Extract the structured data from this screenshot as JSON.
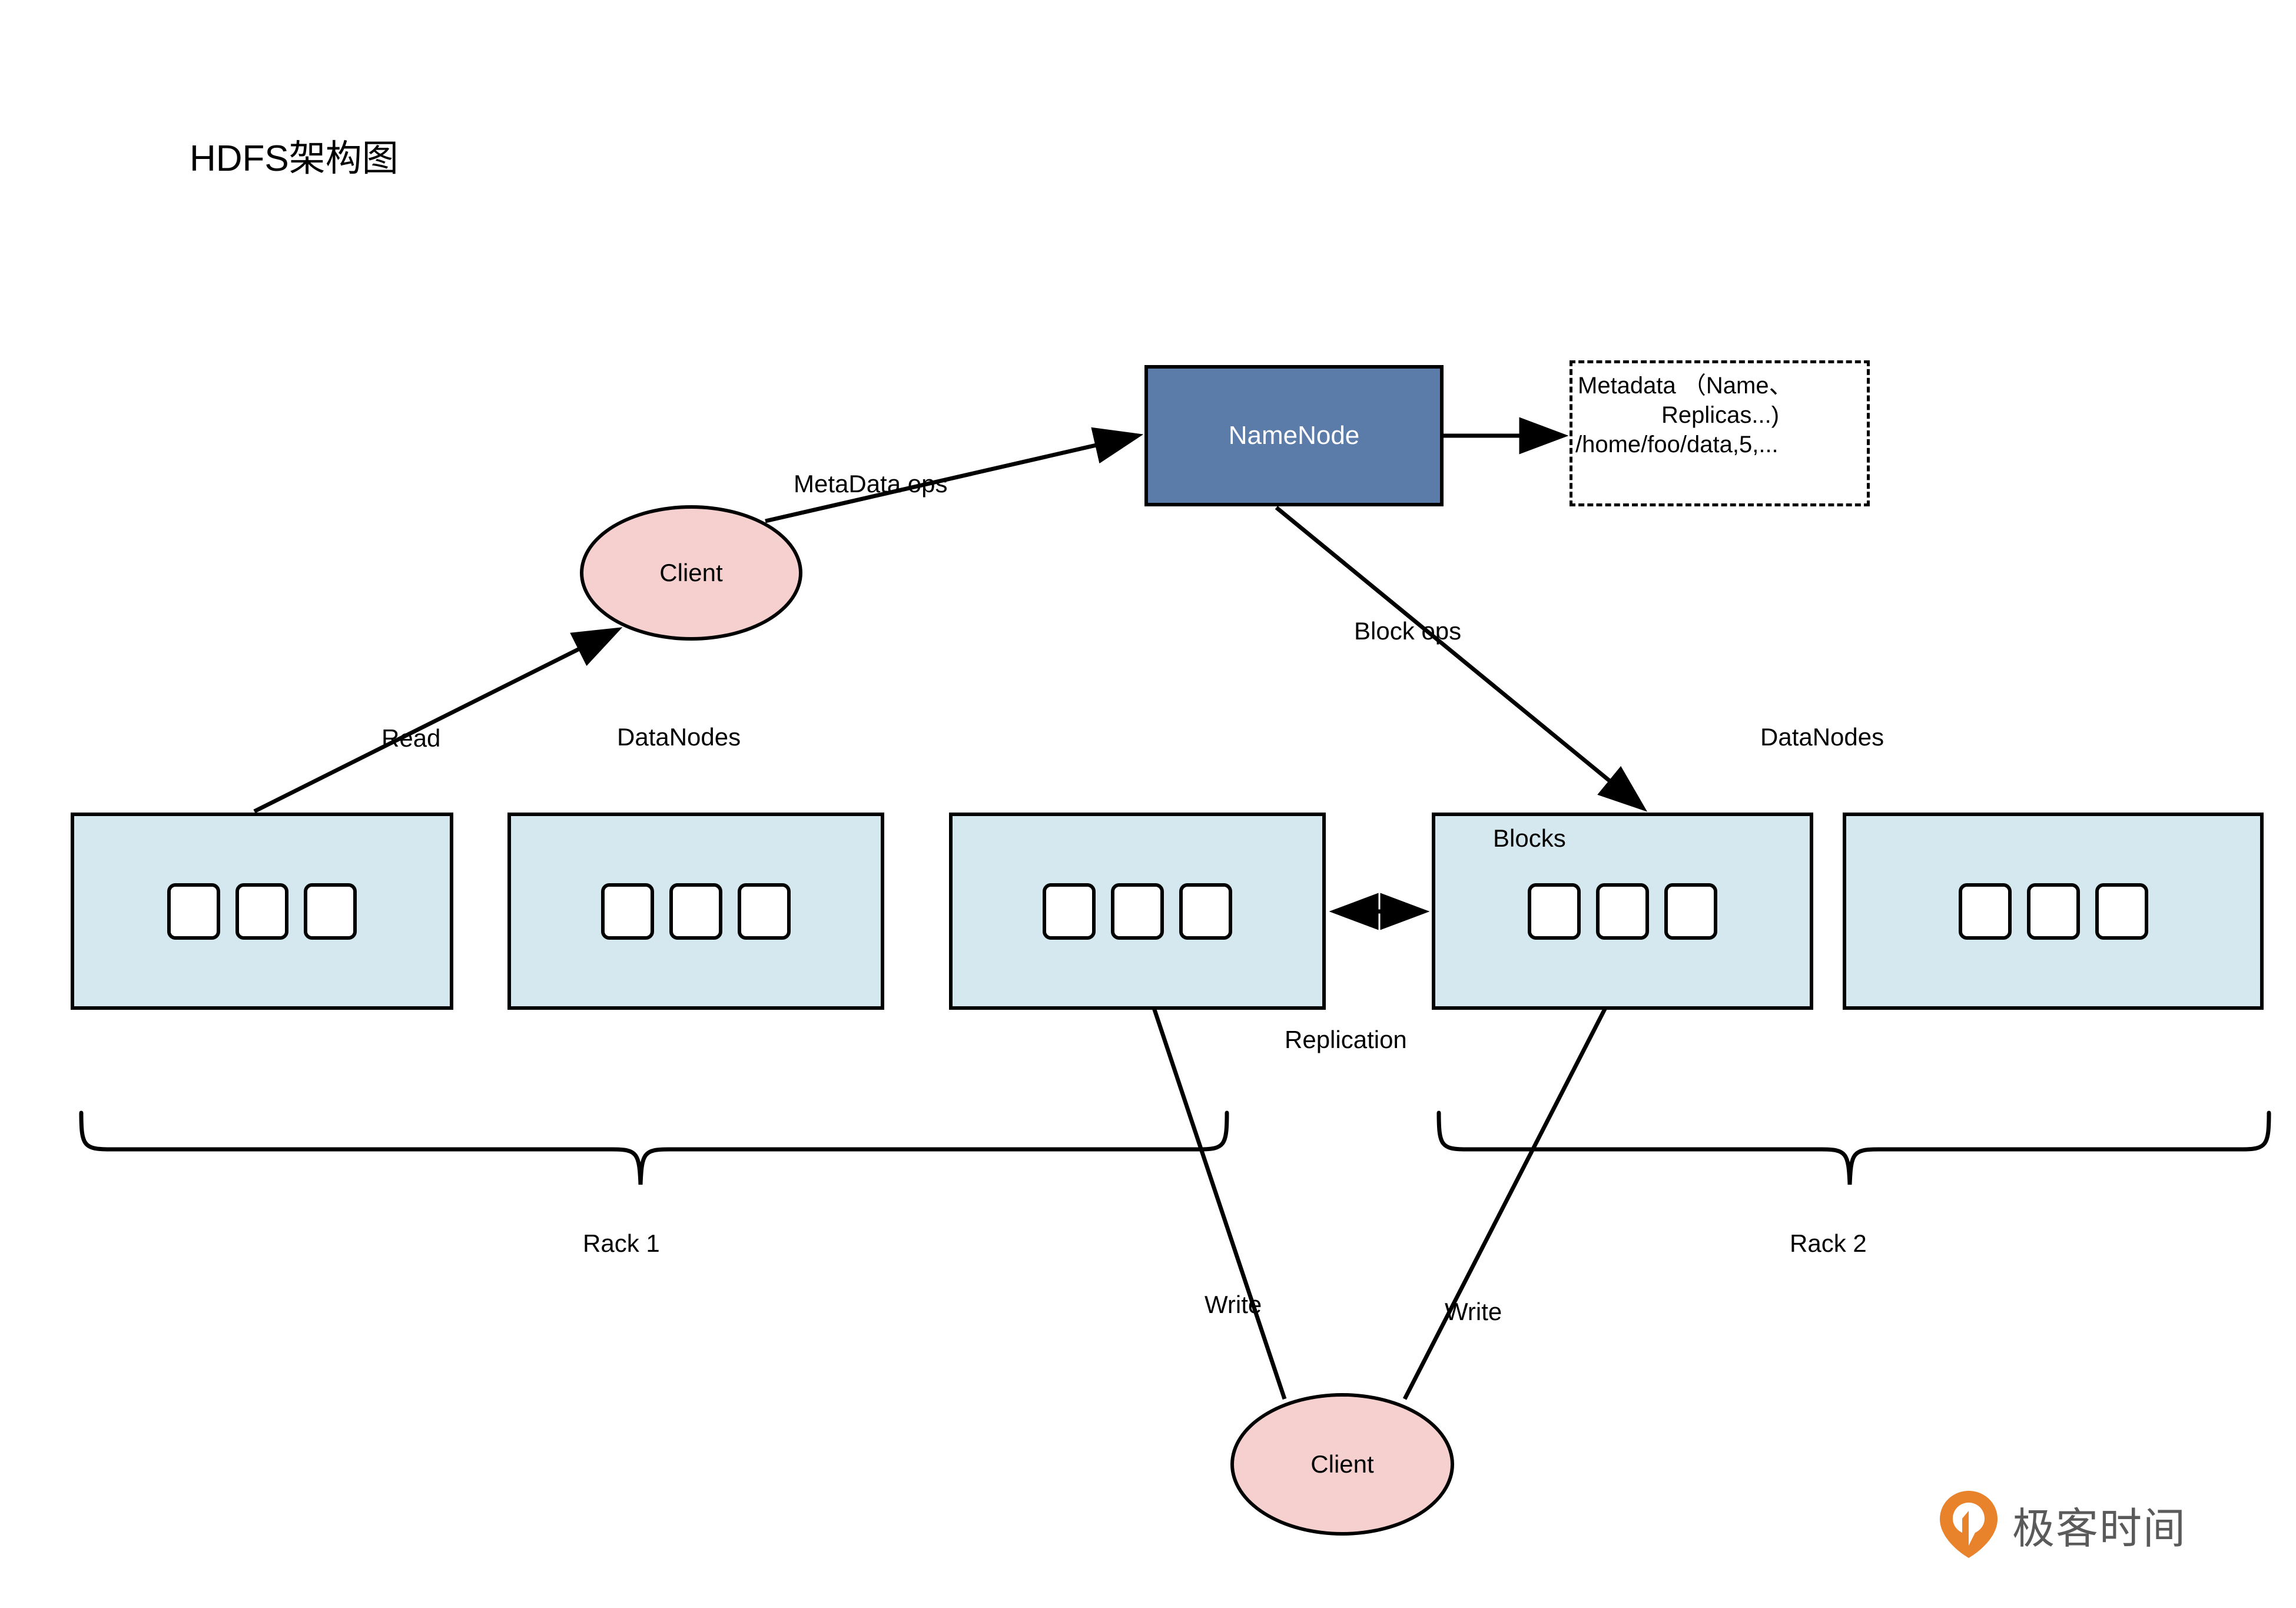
{
  "page": {
    "title": "HDFS架构图",
    "background": "#ffffff"
  },
  "colors": {
    "namenode_fill": "#5b7ba8",
    "namenode_text": "#ffffff",
    "client_fill": "#f5d0ce",
    "datanode_fill": "#d5e8ef",
    "block_fill": "#ffffff",
    "stroke": "#000000",
    "logo_orange": "#e8822b",
    "logo_text": "#5a5a5a"
  },
  "nodes": {
    "namenode": {
      "label": "NameNode"
    },
    "metadata": {
      "line1": "Metadata （Name、",
      "line2": "Replicas...)",
      "line3": "/home/foo/data,5,..."
    },
    "client_top": {
      "label": "Client"
    },
    "client_bottom": {
      "label": "Client"
    }
  },
  "datanodes": [
    {
      "id": "dn1",
      "blocks": 3,
      "caption": ""
    },
    {
      "id": "dn2",
      "blocks": 3,
      "caption": ""
    },
    {
      "id": "dn3",
      "blocks": 3,
      "caption": ""
    },
    {
      "id": "dn4",
      "blocks": 3,
      "caption": "Blocks"
    },
    {
      "id": "dn5",
      "blocks": 3,
      "caption": ""
    }
  ],
  "labels": {
    "metadata_ops": "MetaData ops",
    "block_ops": "Block ops",
    "read": "Read",
    "datanodes_left": "DataNodes",
    "datanodes_right": "DataNodes",
    "blocks": "Blocks",
    "replication": "Replication",
    "rack1": "Rack 1",
    "rack2": "Rack 2",
    "write_left": "Write",
    "write_right": "Write"
  },
  "logo": {
    "text": "极客时间",
    "mark": "geektime-pin-icon"
  }
}
